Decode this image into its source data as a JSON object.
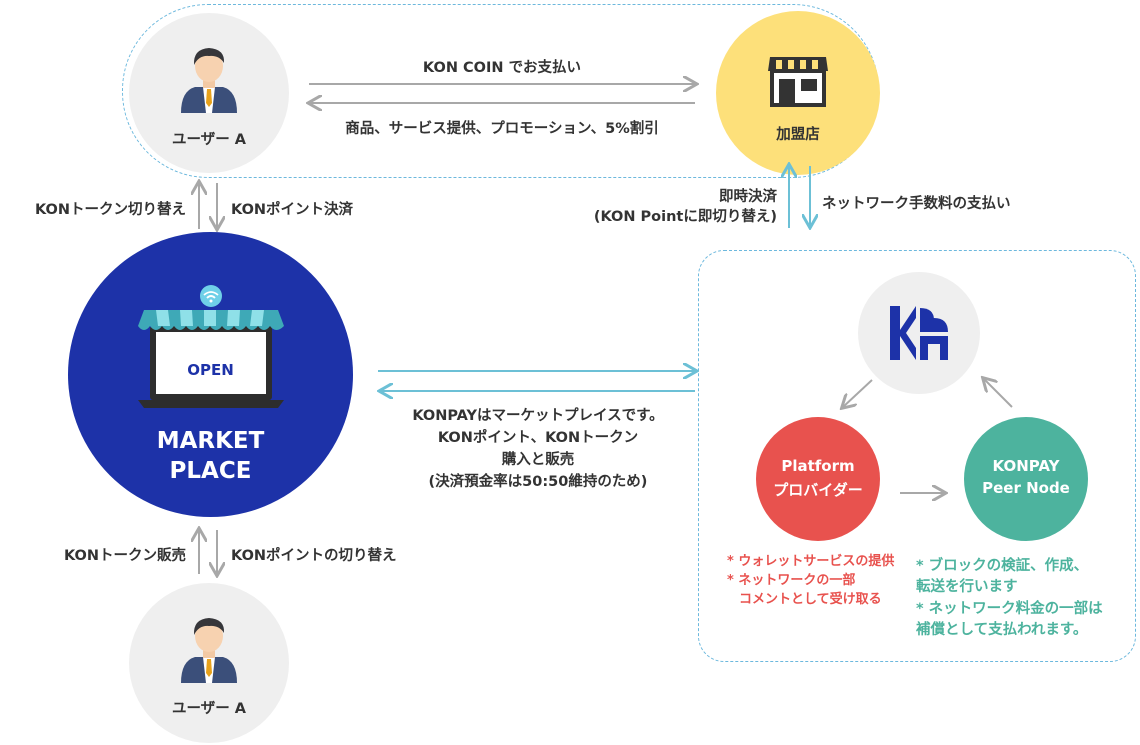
{
  "top": {
    "user_label": "ユーザー A",
    "store_label": "加盟店",
    "pay_label": "KON COIN でお支払い",
    "return_label": "商品、サービス提供、プロモーション、5%割引"
  },
  "left_flow": {
    "up_label": "KONトークン切り替え",
    "down_label": "KONポイント決済",
    "bottom_left_label": "KONトークン販売",
    "bottom_right_label": "KONポイントの切り替え"
  },
  "right_flow": {
    "instant_line1": "即時決済",
    "instant_line2": "(KON Pointに即切り替え)",
    "fee_label": "ネットワーク手数料の支払い"
  },
  "marketplace": {
    "open_sign": "OPEN",
    "title_line1": "MARKET",
    "title_line2": "PLACE"
  },
  "middle_text": {
    "line1": "KONPAYはマーケットプレイスです。",
    "line2": "KONポイント、KONトークン",
    "line3": "購入と販売",
    "line4": "(決済預金率は50:50維持のため)"
  },
  "network": {
    "platform_line1": "Platform",
    "platform_line2": "プロバイダー",
    "peer_line1": "KONPAY",
    "peer_line2": "Peer Node",
    "red_note1": "* ウォレットサービスの提供",
    "red_note2": "* ネットワークの一部",
    "red_note3": "コメントとして受け取る",
    "green_note1": "* ブロックの検証、作成、",
    "green_note2": "転送を行います",
    "green_note3": "* ネットワーク料金の一部は",
    "green_note4": "補償として支払われます。"
  },
  "bottom": {
    "user_label": "ユーザー A"
  },
  "colors": {
    "navy": "#1d32a8",
    "gold": "#fde07a",
    "red": "#e8524e",
    "green": "#4db39e",
    "light_gray": "#efefef",
    "teal_arrow": "#6cc0d6",
    "gray_arrow": "#a8a8a8"
  }
}
